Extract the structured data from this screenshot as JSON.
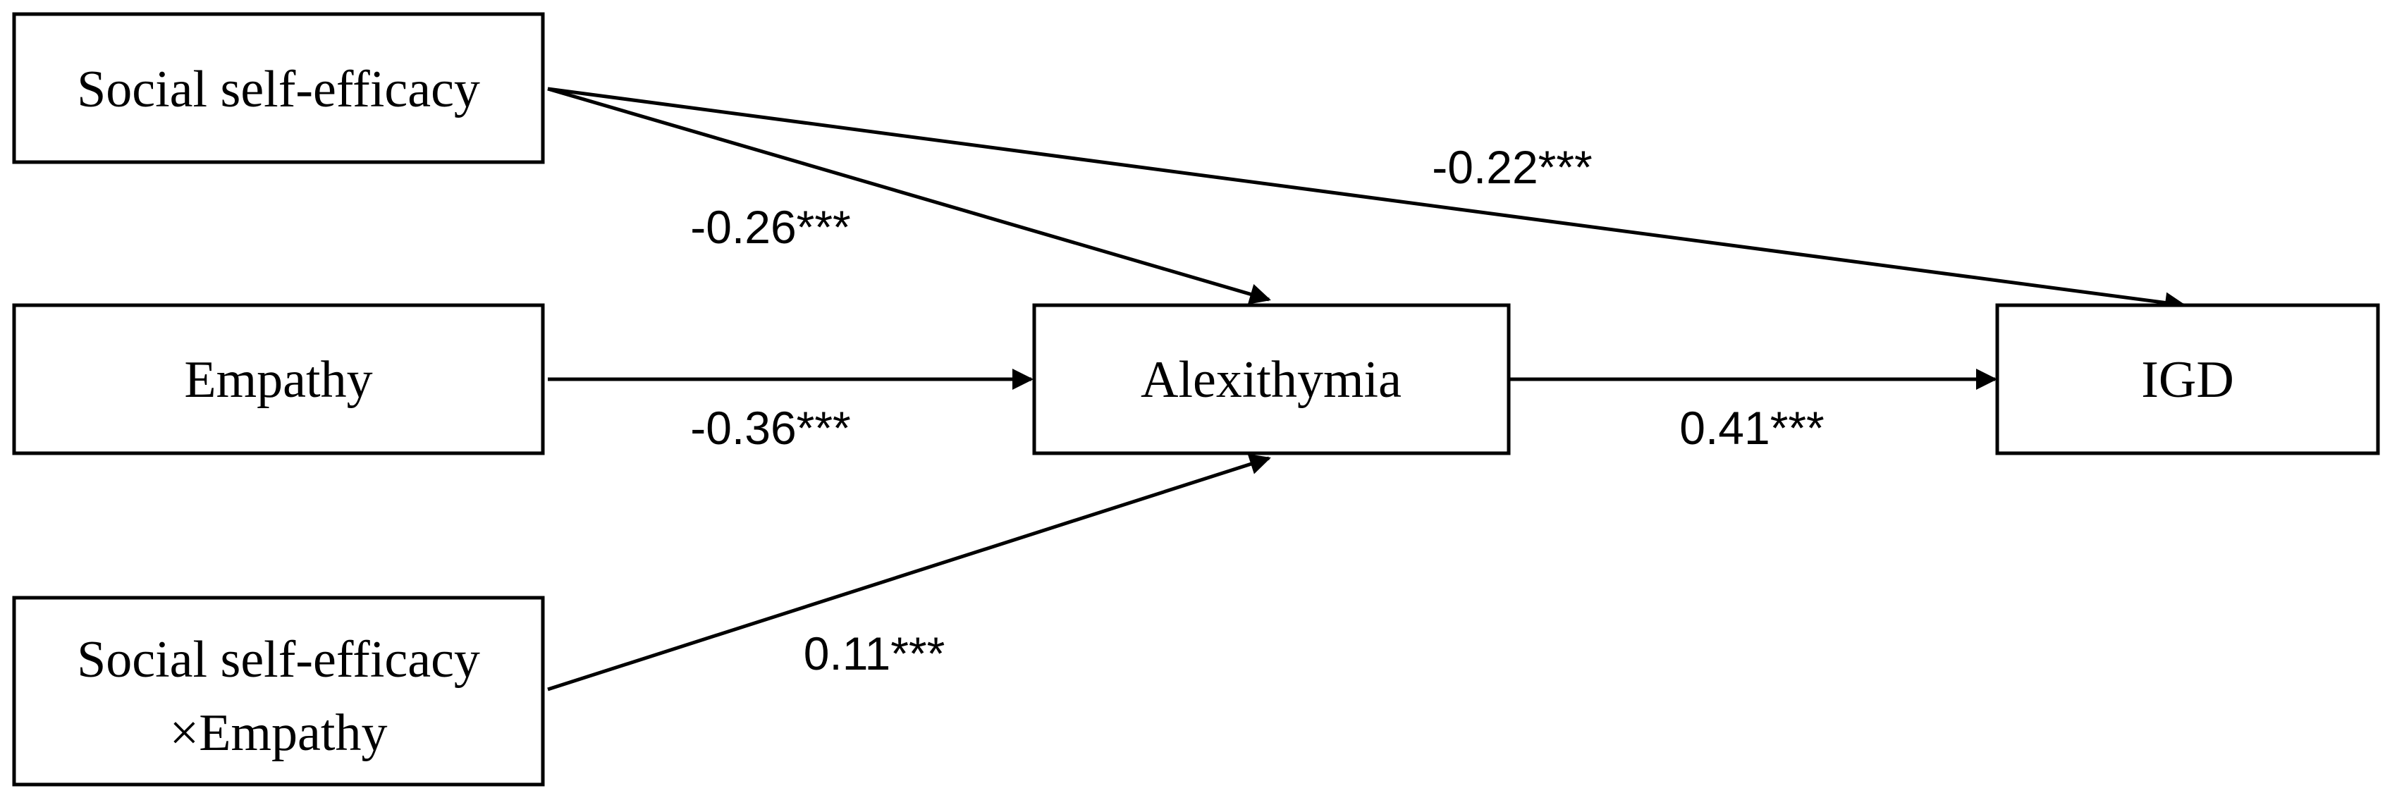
{
  "nodes": {
    "social_self_efficacy": {
      "label": "Social self-efficacy"
    },
    "empathy": {
      "label": "Empathy"
    },
    "interaction": {
      "line1": "Social self-efficacy",
      "line2": "×Empathy"
    },
    "alexithymia": {
      "label": "Alexithymia"
    },
    "igd": {
      "label": "IGD"
    }
  },
  "paths": {
    "sse_to_alexithymia": {
      "coefficient": "-0.26***"
    },
    "empathy_to_alexithymia": {
      "coefficient": "-0.36***"
    },
    "interaction_to_alexithymia": {
      "coefficient": "0.11***"
    },
    "alexithymia_to_igd": {
      "coefficient": "0.41***"
    },
    "sse_to_igd": {
      "coefficient": "-0.22***"
    }
  },
  "colors": {
    "stroke": "#000000",
    "background": "#ffffff"
  }
}
